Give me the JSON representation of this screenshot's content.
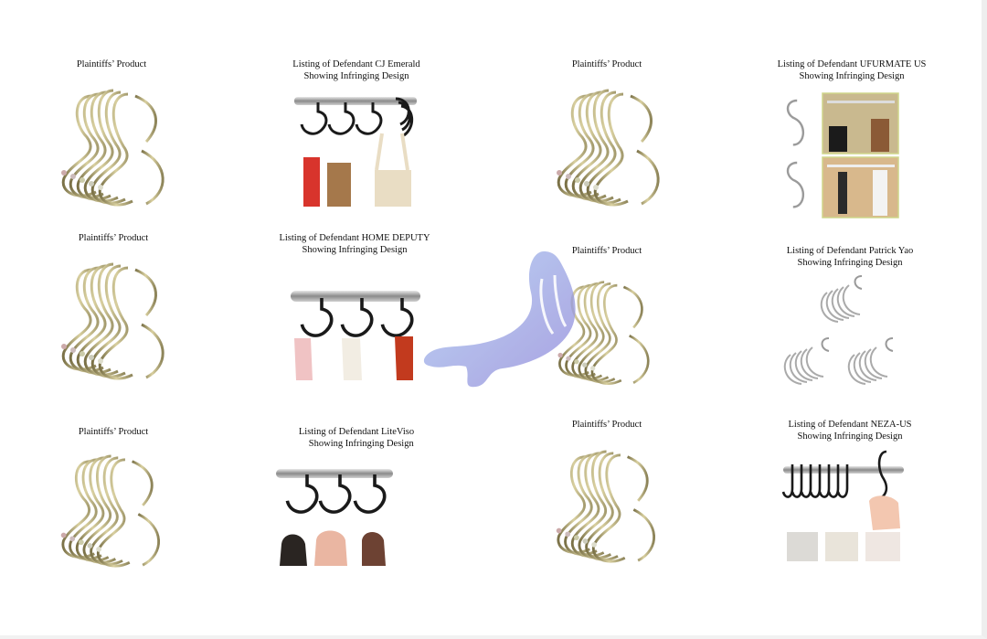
{
  "plaintiff_label": "Plaintiffs’ Product",
  "defendants": {
    "cj_emerald": "Listing of Defendant CJ Emerald\nShowing Infringing Design",
    "ufurmate_us": "Listing of Defendant UFURMATE US\nShowing Infringing Design",
    "home_deputy": "Listing of Defendant HOME DEPUTY\nShowing Infringing Design",
    "patrick_yao": "Listing of Defendant Patrick Yao\nShowing Infringing Design",
    "liteviso": "Listing of Defendant LiteViso\n    Showing Infringing Design",
    "neza_us": "Listing of Defendant NEZA-US\nShowing Infringing Design"
  },
  "colors": {
    "hook_gold": "#b9ad78",
    "hook_black": "#1a1a1a",
    "rod": "#9a9a9a",
    "watermark": "#9fb1e3"
  }
}
